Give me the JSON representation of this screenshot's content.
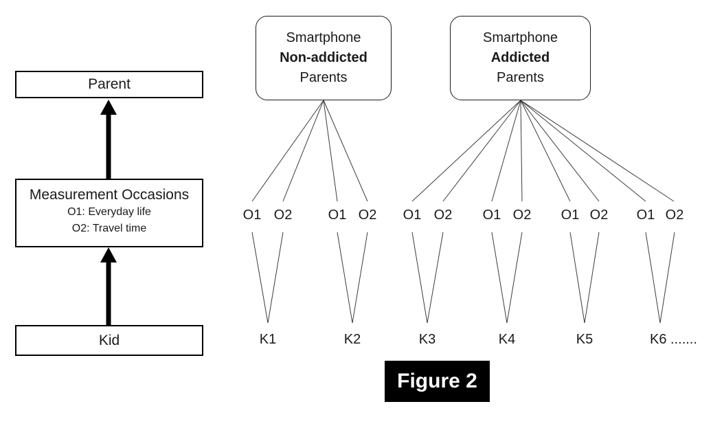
{
  "figure_caption": "Figure 2",
  "left_flow": {
    "parent_label": "Parent",
    "measurement": {
      "title": "Measurement Occasions",
      "occasion1": "O1: Everyday life",
      "occasion2": "O2: Travel time"
    },
    "kid_label": "Kid"
  },
  "groups": [
    {
      "line1": "Smartphone",
      "line2_bold": "Non-addicted",
      "line3": "Parents"
    },
    {
      "line1": "Smartphone",
      "line2_bold": "Addicted",
      "line3": "Parents"
    }
  ],
  "observations": [
    {
      "o1": "O1",
      "o2": "O2",
      "kid": "K1"
    },
    {
      "o1": "O1",
      "o2": "O2",
      "kid": "K2"
    },
    {
      "o1": "O1",
      "o2": "O2",
      "kid": "K3"
    },
    {
      "o1": "O1",
      "o2": "O2",
      "kid": "K4"
    },
    {
      "o1": "O1",
      "o2": "O2",
      "kid": "K5"
    },
    {
      "o1": "O1",
      "o2": "O2",
      "kid": "K6 ......."
    }
  ],
  "colors": {
    "background": "#ffffff",
    "connector_line": "#3b3b3b",
    "box_border": "#000000",
    "figure_label_bg": "#000000",
    "figure_label_text": "#ffffff"
  }
}
